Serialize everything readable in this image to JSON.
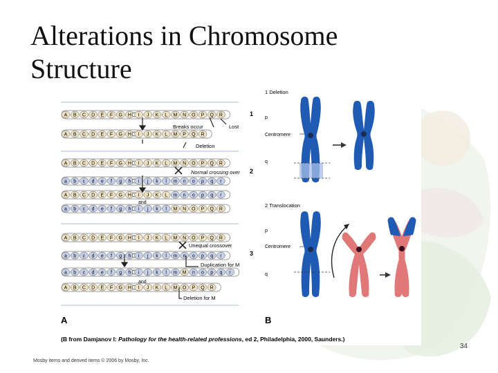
{
  "slide": {
    "title": "Alterations in Chromosome Structure",
    "page_number": "34",
    "footer": "Mosby items and derived items © 2006 by Mosby, Inc."
  },
  "panel_a": {
    "label": "A",
    "numbers": [
      "1",
      "2",
      "3"
    ],
    "upper_letters": [
      "A",
      "B",
      "C",
      "D",
      "E",
      "F",
      "G",
      "H",
      "I",
      "J",
      "K",
      "L",
      "M",
      "N",
      "O",
      "P",
      "Q",
      "R"
    ],
    "lower_letters": [
      "a",
      "b",
      "c",
      "d",
      "e",
      "f",
      "g",
      "h",
      "i",
      "j",
      "k",
      "l",
      "m",
      "n",
      "o",
      "p",
      "q",
      "r"
    ],
    "rows": {
      "r1": "ABCDEFGHIJKLMNOPQR",
      "r2": "ABCDEFGHIJKLMPQR",
      "r3": "ABCDEFGHIJKLMNOPQR",
      "r4": "abcdefghijklmnopqr",
      "r5": "ABCDEFGHIJKLmnopqr",
      "r6": "abcdefghijklMNOPQR",
      "r7": "ABCDEFGHIJKLMNOPQR",
      "r8": "abcdefghijklmnopqr",
      "r9": "abcdefghijklmMnopqr",
      "r10": "ABCDEFGHIJKLMOPQR"
    },
    "annotations": {
      "breaks": "Breaks occur",
      "lost": "Lost",
      "deletion": "Deletion",
      "normal_crossing": "Normal crossing over",
      "and1": "and",
      "unequal": "Unequal crossover",
      "duplication": "Duplication for M",
      "and2": "and",
      "deletion_m": "Deletion for M"
    }
  },
  "panel_b": {
    "label": "B",
    "deletion_title": "1 Deletion",
    "translocation_title": "2 Translocation",
    "p": "p",
    "centromere": "Centromere",
    "q": "q",
    "p2": "p",
    "centromere2": "Centromere",
    "q2": "q"
  },
  "caption": {
    "prefix": "(B from Damjanov I: ",
    "italic": "Pathology for the health-related professions",
    "suffix": ", ed 2, Philadelphia, 2000, Saunders.)"
  },
  "colors": {
    "chromosome_blue": "#1f5bb5",
    "chromosome_pink": "#e07878",
    "bead_cream": "#efe2c4",
    "bead_blue": "#c6d0e8"
  }
}
